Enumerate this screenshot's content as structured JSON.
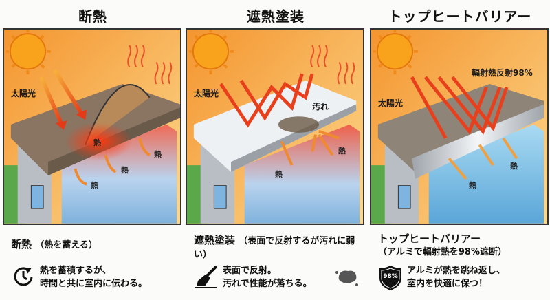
{
  "columns": [
    {
      "title": "断熱",
      "labels": {
        "sunlight": "太陽光"
      },
      "heat_labels": [
        "熱",
        "熱",
        "熱",
        "熱"
      ],
      "desc_title": "断熱",
      "desc_sub": "（熱を蓄える）",
      "desc_lines": [
        "熱を蓄積するが、",
        "時間と共に室内に伝わる。"
      ],
      "icon": "clock-icon"
    },
    {
      "title": "遮熱塗装",
      "labels": {
        "sunlight": "太陽光",
        "dirt": "汚れ"
      },
      "heat_labels": [
        "熱",
        "熱"
      ],
      "desc_title": "遮熱塗装",
      "desc_sub": "（表面で反射するが汚れに弱い）",
      "desc_lines": [
        "表面で反射。",
        "汚れで性能が落ちる。"
      ],
      "icon": "paint-brush-icon"
    },
    {
      "title": "トップヒートバリアー",
      "labels": {
        "sunlight": "太陽光",
        "reflection": "輻射熱反射98%"
      },
      "heat_labels": [
        "熱",
        "熱"
      ],
      "desc_title": "トップヒートバリアー",
      "desc_sub": "（アルミで輻射熱を98%遮断）",
      "desc_lines": [
        "アルミが熱を跳ね返し、",
        "室内を快適に保つ！"
      ],
      "icon": "shield-icon",
      "badge": "98%"
    }
  ],
  "colors": {
    "sky_top": "#f39a3a",
    "sky_bottom": "#fbd58a",
    "arrow": "#e8401c",
    "room_warm": "#f0705a",
    "room_cool": "#8cc6ea",
    "grass": "#5aa84a"
  }
}
